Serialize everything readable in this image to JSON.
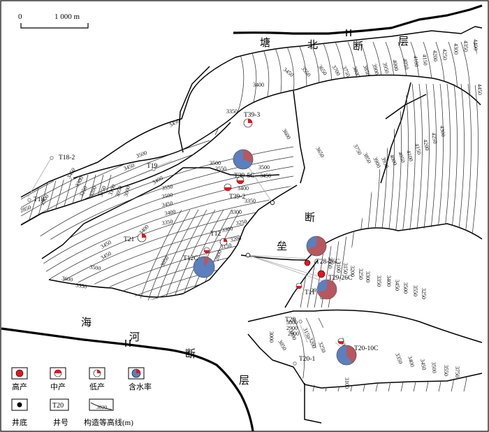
{
  "scale_bar": {
    "zero": "0",
    "distance": "1 000 m"
  },
  "faults": {
    "tangbei": [
      "塘",
      "北",
      "断",
      "层"
    ],
    "haihe": [
      "海",
      "河",
      "断",
      "层"
    ],
    "horst": [
      "断",
      "垒"
    ]
  },
  "wells": [
    {
      "id": "T39-3",
      "label": "T39-3",
      "production": "low"
    },
    {
      "id": "T39-5C",
      "label": "T39-5C",
      "production": "water-cut",
      "water_fraction": 0.7
    },
    {
      "id": "T39-2",
      "label": "T39-2",
      "production": "medium"
    },
    {
      "id": "T18-2",
      "label": "T18-2",
      "production": "well-bottom"
    },
    {
      "id": "T19",
      "label": "T19",
      "production": "well-bottom"
    },
    {
      "id": "T18",
      "label": "T18",
      "production": "well-bottom"
    },
    {
      "id": "T21",
      "label": "T21",
      "production": "low"
    },
    {
      "id": "T12",
      "label": "T12",
      "production": "low"
    },
    {
      "id": "T12C",
      "label": "T12C",
      "production": "water-cut",
      "water_fraction": 0.9
    },
    {
      "id": "T28-26C",
      "label": "T28-26C",
      "production": "water-cut",
      "water_fraction": 0.3
    },
    {
      "id": "T29-26C",
      "label": "T29-26C",
      "production": "high"
    },
    {
      "id": "T11",
      "label": "T11",
      "production": "medium"
    },
    {
      "id": "T20",
      "label": "T20",
      "production": "well-bottom"
    },
    {
      "id": "T20-1",
      "label": "T20-1",
      "production": "well-bottom"
    },
    {
      "id": "T20-10C",
      "label": "T20-10C",
      "production": "water-cut",
      "water_fraction": 0.6
    }
  ],
  "contour_labels": [
    "3450",
    "3550",
    "3650",
    "3700",
    "3750",
    "3800",
    "3850",
    "3900",
    "3950",
    "4000",
    "4050",
    "4100",
    "4150",
    "4200",
    "4250",
    "4300",
    "4350",
    "4400",
    "4450",
    "3400",
    "3350",
    "3450",
    "3600",
    "3650",
    "3750",
    "3850",
    "3900",
    "3950",
    "4000",
    "4050",
    "4100",
    "4150",
    "4200",
    "4250",
    "4300",
    "3450",
    "3500",
    "3400",
    "3450",
    "3300",
    "3250",
    "3200",
    "3150",
    "3100",
    "3050",
    "3000",
    "2900",
    "2850",
    "3500",
    "3550",
    "3500",
    "3450",
    "3400",
    "3350",
    "3300",
    "3550",
    "3500",
    "3450",
    "3400",
    "3350",
    "3450",
    "3400",
    "3300",
    "3250",
    "3200",
    "3150",
    "3050",
    "2900",
    "2800",
    "3600",
    "3550",
    "3500",
    "3450",
    "3050",
    "3100",
    "3150",
    "3200",
    "3250",
    "3300",
    "3350",
    "3400",
    "3450",
    "3500",
    "3550",
    "3250",
    "2900",
    "2950",
    "3000",
    "2900",
    "2900",
    "3000",
    "3050",
    "3100",
    "3150",
    "3200",
    "3250",
    "3300",
    "3350",
    "3400",
    "3450",
    "3500",
    "3550",
    "3750",
    "3100",
    "3100"
  ],
  "legend": {
    "high": "高产",
    "medium": "中产",
    "low": "低产",
    "water_cut": "含水率",
    "well_bottom": "井底",
    "well_no_sample": "T20",
    "well_no": "井号",
    "contour_sample": "3020",
    "contour": "构造等高线(m)"
  },
  "colors": {
    "high": "#e8141c",
    "water": "#5b7fbf",
    "oil": "#b8575d",
    "black": "#000000"
  }
}
